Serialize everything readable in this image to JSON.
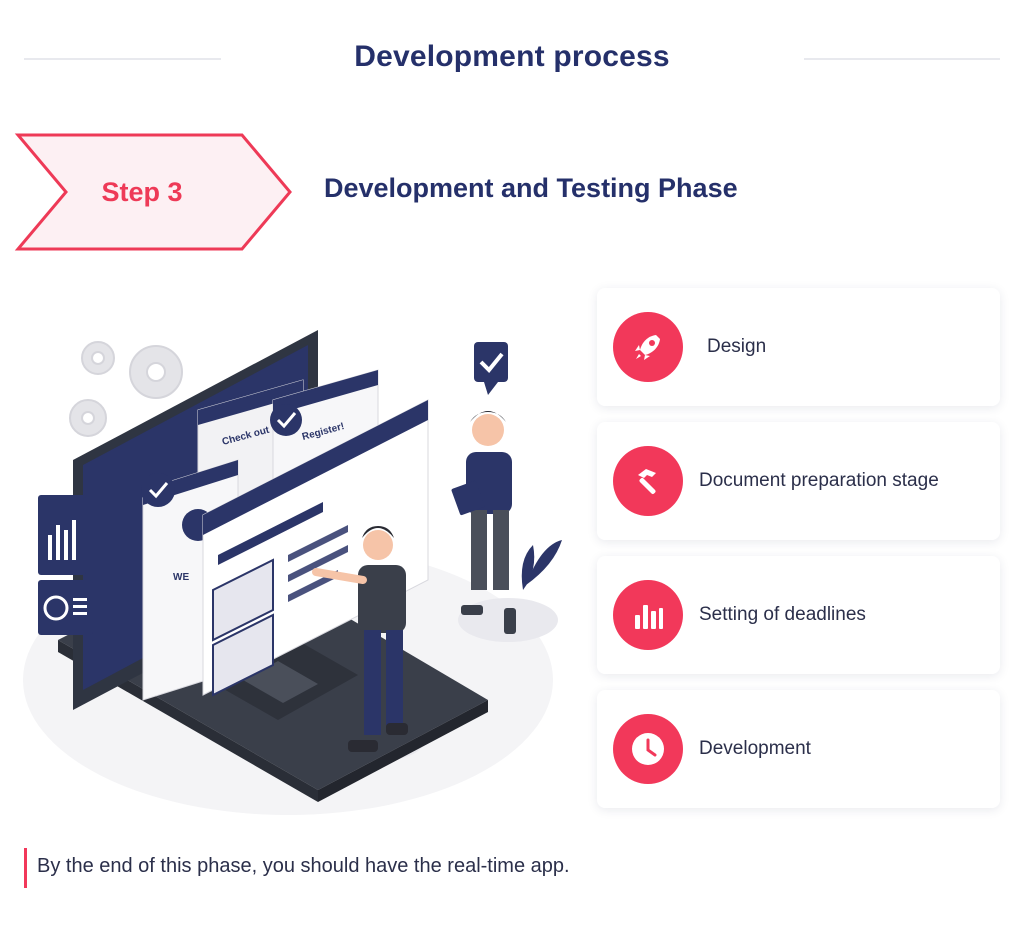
{
  "header": {
    "title": "Development process"
  },
  "step": {
    "label": "Step 3",
    "title": "Development and Testing Phase"
  },
  "illustration": {
    "text_check_out": "Check out",
    "text_register": "Register!",
    "text_we": "WE"
  },
  "cards": [
    {
      "label": "Design",
      "icon": "rocket-icon"
    },
    {
      "label": "Document preparation stage",
      "icon": "hammer-icon"
    },
    {
      "label": "Setting of deadlines",
      "icon": "bar-chart-icon"
    },
    {
      "label": "Development",
      "icon": "clock-icon"
    }
  ],
  "footer": {
    "text": "By the end of this phase, you should have the real-time app."
  },
  "colors": {
    "accent": "#f2385a",
    "navy": "#25306a",
    "badge_fill": "#fdf0f3"
  }
}
